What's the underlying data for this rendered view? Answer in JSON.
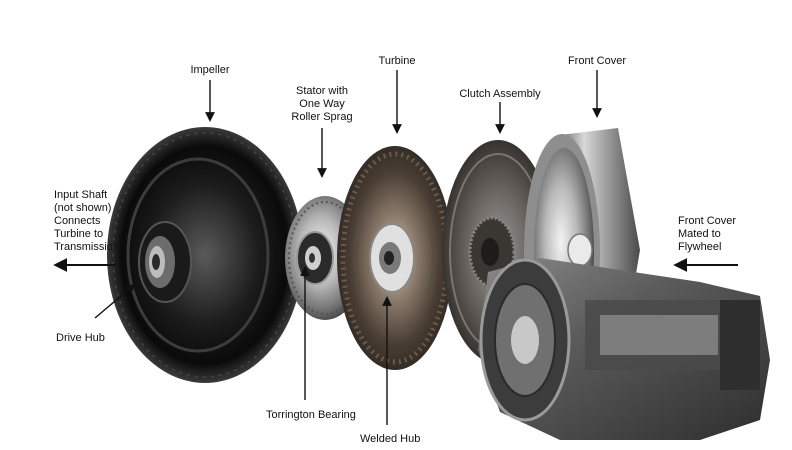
{
  "labels": {
    "impeller": "Impeller",
    "stator": "Stator with\nOne Way\nRoller Sprag",
    "turbine": "Turbine",
    "clutch_assembly": "Clutch Assembly",
    "front_cover": "Front Cover",
    "input_shaft": "Input Shaft\n(not shown)\nConnects\nTurbine to\nTransmission",
    "front_cover_mated": "Front Cover\nMated to\nFlywheel",
    "drive_hub": "Drive Hub",
    "torrington_bearing": "Torrington Bearing",
    "welded_hub": "Welded Hub"
  },
  "colors": {
    "text": "#111111",
    "arrow": "#111111",
    "background": "#ffffff"
  }
}
